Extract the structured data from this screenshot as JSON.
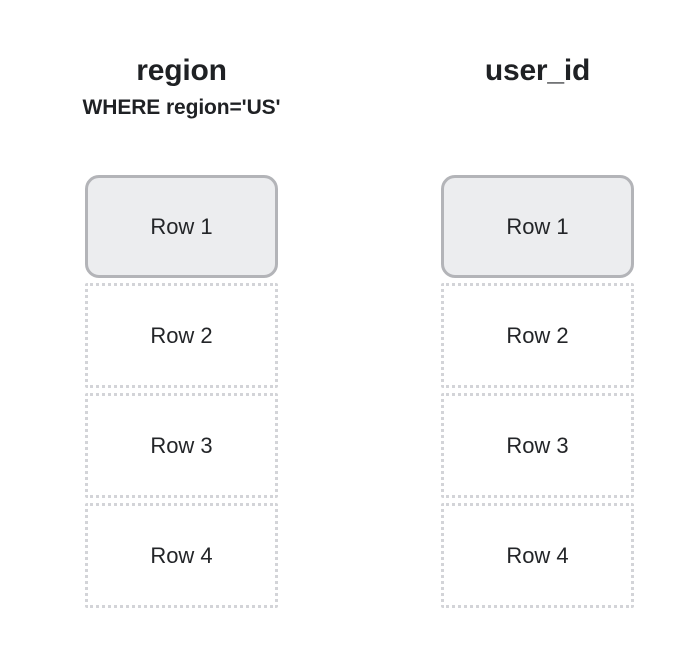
{
  "diagram": {
    "background_color": "#ffffff",
    "columns": [
      {
        "name": "region-column",
        "title": "region",
        "subtitle": "WHERE region='US'",
        "rows": [
          {
            "label": "Row 1",
            "highlighted": true
          },
          {
            "label": "Row 2",
            "highlighted": false
          },
          {
            "label": "Row 3",
            "highlighted": false
          },
          {
            "label": "Row 4",
            "highlighted": false
          }
        ]
      },
      {
        "name": "user-id-column",
        "title": "user_id",
        "subtitle": "",
        "rows": [
          {
            "label": "Row 1",
            "highlighted": true
          },
          {
            "label": "Row 2",
            "highlighted": false
          },
          {
            "label": "Row 3",
            "highlighted": false
          },
          {
            "label": "Row 4",
            "highlighted": false
          }
        ]
      }
    ],
    "colors": {
      "highlight_fill": "#ecedef",
      "highlight_border": "#b3b4b8",
      "plain_border": "#d3d4d8",
      "plain_fill": "#ffffff",
      "title_text": "#1f2124",
      "row_text": "#232528"
    }
  }
}
